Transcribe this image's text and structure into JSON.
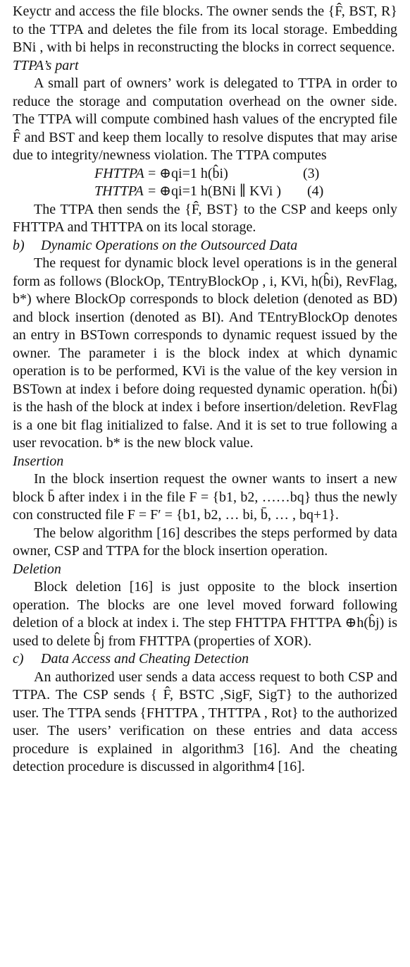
{
  "para_intro": "Keyctr and access the file blocks. The owner sends the {F̂, BST, R} to the TTPA and deletes the file from its local storage. Embedding BNi , with bi helps in reconstructing the blocks in correct sequence.",
  "heading_ttpa": "TTPA’s part",
  "para_ttpa": "A small part of owners’ work is delegated to TTPA in order to reduce the storage and computation overhead on the owner side. The TTPA will compute combined hash values of the encrypted file F̂ and BST and keep them locally to resolve disputes that may arise due to integrity/newness violation. The TTPA computes",
  "eq3": {
    "lhs": "FHTTPA",
    "rhs": "= ⊕qi=1 h(b̂i)",
    "num": "(3)"
  },
  "eq4": {
    "lhs": "THTTPA",
    "rhs": "= ⊕qi=1 h(BNi ∥ KVi )",
    "num": "(4)"
  },
  "para_ttpa_send": "The TTPA then sends the {F̂, BST} to the CSP and keeps only FHTTPA and THTTPA on its local storage.",
  "sec_b": {
    "label": "b)",
    "title": "Dynamic Operations on the Outsourced Data"
  },
  "para_dynamic": "The request for dynamic block level operations is in the general form as follows (BlockOp, TEntryBlockOp , i, KVi, h(b̂i), RevFlag, b*) where BlockOp corresponds to block deletion (denoted as BD) and block insertion (denoted as BI). And TEntryBlockOp denotes an entry in BSTown corresponds to dynamic request issued by the owner. The parameter i is the block index at which dynamic operation is to be performed, KVi is the value of the key version in BSTown at index i before doing requested dynamic operation. h(b̂i) is the hash of the block at index i before insertion/deletion. RevFlag is a one bit flag initialized to false. And it is set to true following a user revocation. b* is the new block value.",
  "heading_insertion": "Insertion",
  "para_insertion": "In the block insertion request the owner wants to insert a new block b̄ after index i in the file F = {b1, b2, ……bq} thus the newly con constructed file F = F′ = {b1, b2, … bi, b̄, … , bq+1}.",
  "para_algorithm": "The below algorithm [16] describes the steps performed by data owner, CSP and TTPA for the block insertion operation.",
  "heading_deletion": "Deletion",
  "para_deletion": "Block deletion [16] is just opposite to the block insertion operation. The blocks are one level moved forward following deletion of a block at index i. The step FHTTPA FHTTPA ⊕h(b̂j) is used to delete b̂j from FHTTPA (properties of XOR).",
  "sec_c": {
    "label": "c)",
    "title": "Data Access and Cheating Detection"
  },
  "para_access": "An authorized user sends a data access request to both CSP and TTPA. The CSP sends { F̂, BSTC ,SigF, SigT} to the authorized user. The TTPA sends {FHTTPA , THTTPA , Rot} to the authorized user. The users’ verification on these entries and data access procedure is explained in algorithm3 [16]. And the cheating detection procedure is discussed in algorithm4 [16]."
}
